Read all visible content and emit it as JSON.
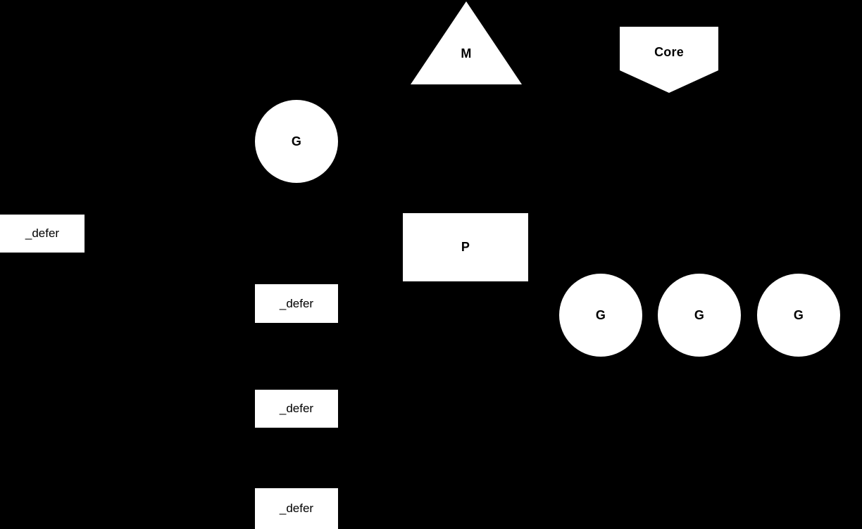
{
  "colors": {
    "background": "#000000",
    "shape_fill": "#ffffff",
    "label_text": "#000000"
  },
  "nodes": {
    "m": {
      "label": "M"
    },
    "core": {
      "label": "Core"
    },
    "g_top": {
      "label": "G"
    },
    "defer_left": {
      "label": "_defer"
    },
    "p": {
      "label": "P"
    },
    "g_run_1": {
      "label": "G"
    },
    "g_run_2": {
      "label": "G"
    },
    "g_run_3": {
      "label": "G"
    },
    "defer_1": {
      "label": "_defer"
    },
    "defer_2": {
      "label": "_defer"
    },
    "defer_3": {
      "label": "_defer"
    }
  }
}
